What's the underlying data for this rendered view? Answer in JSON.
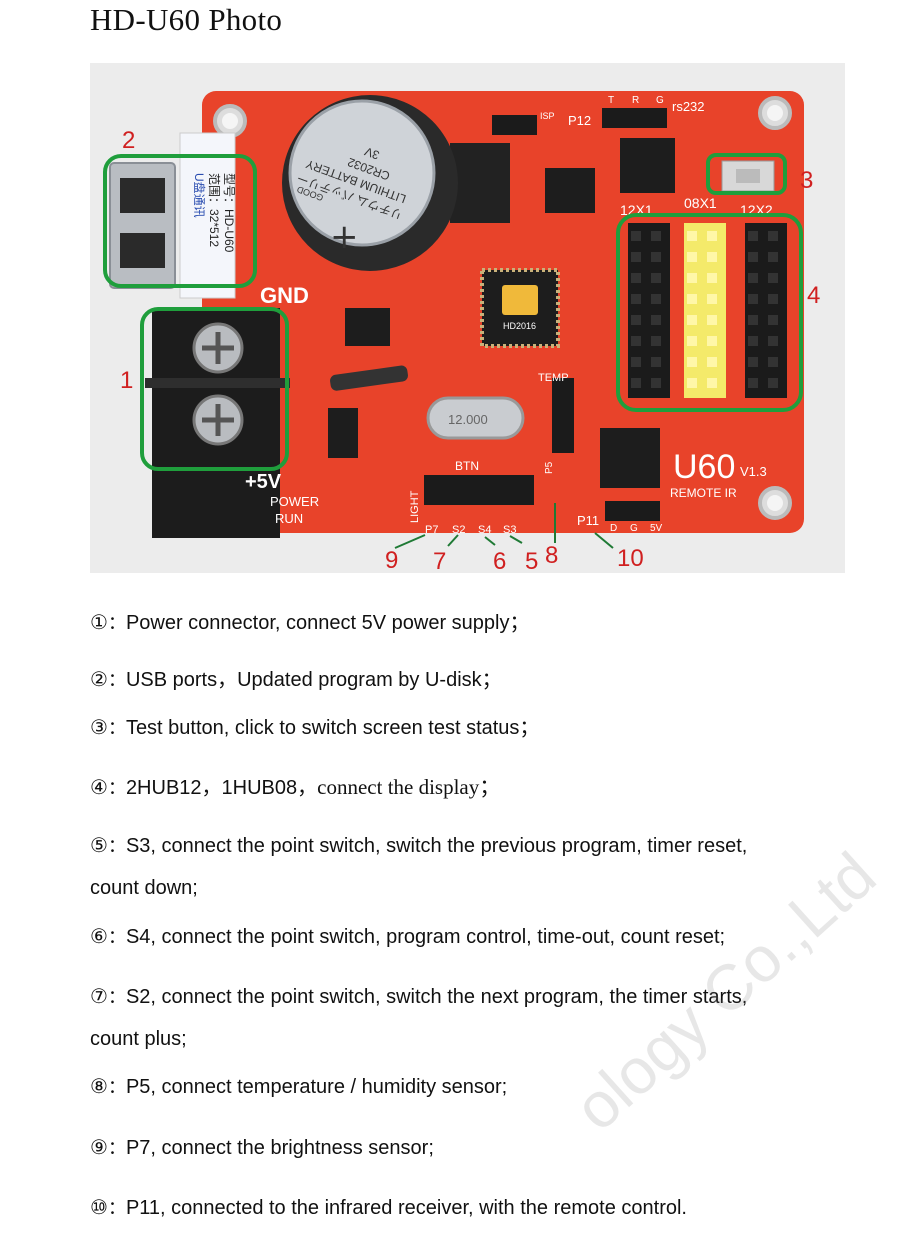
{
  "page": {
    "title": "HD-U60 Photo",
    "watermark": "ology Co.,Ltd"
  },
  "photo": {
    "silkscreen": {
      "usb_label_1": "U盘通讯",
      "usb_label_2": "范围：32*512",
      "usb_label_3": "型号：HD-U60",
      "battery_1": "リチウム バッテリー",
      "battery_2": "LITHIUM BATTERY",
      "battery_3": "CR2032",
      "battery_4": "3V",
      "battery_5": "GOOD",
      "chip": "HD2016",
      "crystal": "12.000",
      "board_name": "U60",
      "version": "V1.3",
      "remote": "REMOTE IR",
      "gnd": "GND",
      "plus5v": "+5V",
      "power": "POWER",
      "run": "RUN",
      "btn": "BTN",
      "light": "LIGHT",
      "temp": "TEMP",
      "rs232": "rs232",
      "p12": "P12",
      "isp": "ISP",
      "t": "T",
      "r": "R",
      "g": "G",
      "hub_12x1": "12X1",
      "hub_08x1": "08X1",
      "hub_12x2": "12X2",
      "p7": "P7",
      "s2": "S2",
      "s4": "S4",
      "s3": "S3",
      "p5": "P5",
      "p11": "P11",
      "d": "D",
      "g2": "G",
      "five_v": "5V"
    },
    "callouts": {
      "c1": "1",
      "c2": "2",
      "c3": "3",
      "c4": "4",
      "c5": "5",
      "c6": "6",
      "c7": "7",
      "c8": "8",
      "c9": "9",
      "c10": "10"
    }
  },
  "items": [
    {
      "num": "①",
      "sep": "：",
      "text": "Power connector, connect 5V power supply；"
    },
    {
      "num": "②",
      "sep": "：",
      "text": "USB ports，Updated program by U-disk；"
    },
    {
      "num": "③",
      "sep": "：",
      "text": "Test button, click to switch screen test status；"
    },
    {
      "num": "④",
      "sep": "：",
      "text": "2HUB12，1HUB08，",
      "serif_text": "connect the display；"
    },
    {
      "num": "⑤",
      "sep": "：",
      "text": "S3, connect the point switch, switch the previous program, timer reset,",
      "cont": "count down;"
    },
    {
      "num": "⑥",
      "sep": "：",
      "text": "S4, connect the point switch, program control, time-out, count reset;"
    },
    {
      "num": "⑦",
      "sep": "：",
      "text": "S2, connect the point switch, switch the next program, the timer starts,",
      "cont": "count plus;"
    },
    {
      "num": "⑧",
      "sep": "：",
      "text": "P5, connect temperature / humidity sensor;"
    },
    {
      "num": "⑨",
      "sep": "：",
      "text": "P7, connect the brightness sensor;"
    },
    {
      "num": "⑩",
      "sep": "：",
      "text": "P11, connected to the infrared receiver, with the remote control."
    }
  ],
  "colors": {
    "board": "#e8432a",
    "callout": "#d02020",
    "highlight": "#1f9e3c"
  }
}
